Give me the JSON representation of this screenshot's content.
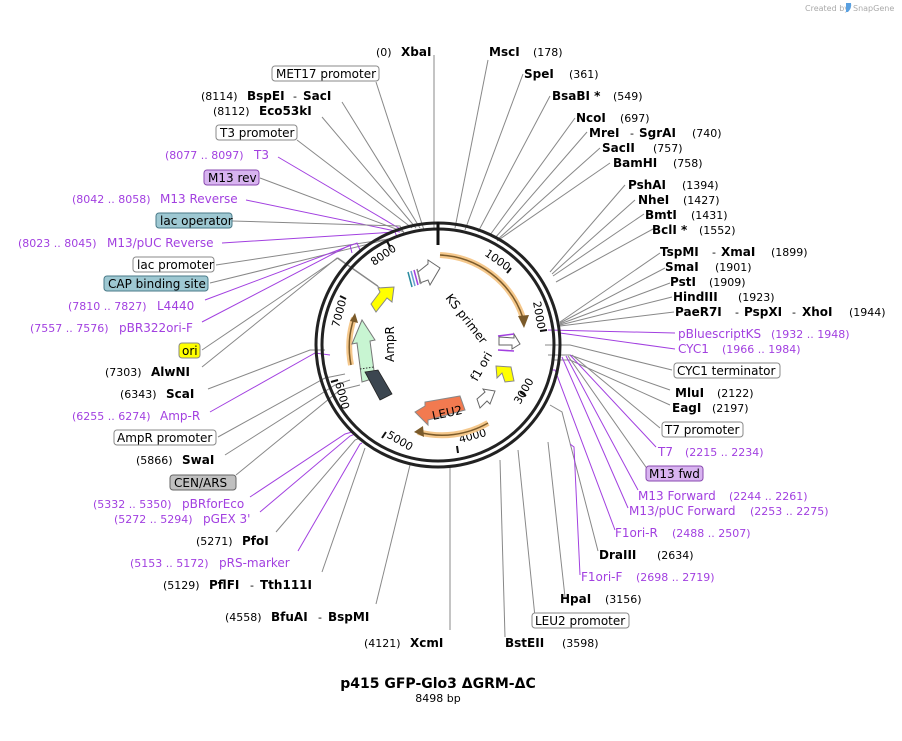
{
  "plasmid": {
    "name": "p415 GFP-Glo3 ΔGRM-ΔC",
    "length_label": "8498 bp",
    "total_bp": 8498
  },
  "branding": {
    "created_by": "Created by",
    "product": "SnapGene"
  },
  "colors": {
    "primer": "#a240e0",
    "enzyme": "#000000",
    "leader_gray": "#8c8c8c",
    "ring": "#222222",
    "orf_arrow": "#f5b46e",
    "ori_fill": "#ffff00",
    "ampr_fill": "#c8f5d2",
    "leu2_fill": "#f27a50",
    "lac_box": "#9ec8d2",
    "m13_box": "#d8b4f0",
    "cen_box": "#c0c0c0"
  },
  "ticks": [
    {
      "label": "1000",
      "bp": 1000
    },
    {
      "label": "2000",
      "bp": 2000
    },
    {
      "label": "3000",
      "bp": 3000
    },
    {
      "label": "4000",
      "bp": 4000
    },
    {
      "label": "5000",
      "bp": 5000
    },
    {
      "label": "6000",
      "bp": 6000
    },
    {
      "label": "7000",
      "bp": 7000
    },
    {
      "label": "8000",
      "bp": 8000
    }
  ],
  "inner_labels": {
    "ks_primer": "KS primer",
    "f1_ori": "f1 ori",
    "ampr": "AmpR",
    "leu2": "LEU2"
  },
  "left_labels": [
    {
      "type": "enzyme",
      "pos": "(0)",
      "name": "XbaI"
    },
    {
      "type": "feature",
      "name": "MET17 promoter",
      "box": "white"
    },
    {
      "type": "enzyme",
      "pos": "(8114)",
      "name": "BspEI",
      "name2": "SacI"
    },
    {
      "type": "enzyme",
      "pos": "(8112)",
      "name": "Eco53kI"
    },
    {
      "type": "feature",
      "name": "T3 promoter",
      "box": "white"
    },
    {
      "type": "primer",
      "pos": "(8077 .. 8097)",
      "name": "T3"
    },
    {
      "type": "feature",
      "name": "M13 rev",
      "box": "purple"
    },
    {
      "type": "primer",
      "pos": "(8042 .. 8058)",
      "name": "M13 Reverse"
    },
    {
      "type": "feature",
      "name": "lac operator",
      "box": "teal"
    },
    {
      "type": "primer",
      "pos": "(8023 .. 8045)",
      "name": "M13/pUC Reverse"
    },
    {
      "type": "feature",
      "name": "lac promoter",
      "box": "white"
    },
    {
      "type": "feature",
      "name": "CAP binding site",
      "box": "teal"
    },
    {
      "type": "primer",
      "pos": "(7810 .. 7827)",
      "name": "L4440"
    },
    {
      "type": "primer",
      "pos": "(7557 .. 7576)",
      "name": "pBR322ori-F"
    },
    {
      "type": "feature",
      "name": "ori",
      "box": "yellow"
    },
    {
      "type": "enzyme",
      "pos": "(7303)",
      "name": "AlwNI"
    },
    {
      "type": "enzyme",
      "pos": "(6343)",
      "name": "ScaI"
    },
    {
      "type": "primer",
      "pos": "(6255 .. 6274)",
      "name": "Amp-R"
    },
    {
      "type": "feature",
      "name": "AmpR promoter",
      "box": "white"
    },
    {
      "type": "enzyme",
      "pos": "(5866)",
      "name": "SwaI"
    },
    {
      "type": "feature",
      "name": "CEN/ARS",
      "box": "gray"
    },
    {
      "type": "primer",
      "pos": "(5332 .. 5350)",
      "name": "pBRforEco"
    },
    {
      "type": "primer",
      "pos": "(5272 .. 5294)",
      "name": "pGEX 3'"
    },
    {
      "type": "enzyme",
      "pos": "(5271)",
      "name": "PfoI"
    },
    {
      "type": "primer",
      "pos": "(5153 .. 5172)",
      "name": "pRS-marker"
    },
    {
      "type": "enzyme",
      "pos": "(5129)",
      "name": "PflFI",
      "name2": "Tth111I"
    },
    {
      "type": "enzyme",
      "pos": "(4558)",
      "name": "BfuAI",
      "name2": "BspMI"
    },
    {
      "type": "enzyme",
      "pos": "(4121)",
      "name": "XcmI"
    }
  ],
  "right_labels": [
    {
      "type": "enzyme",
      "name": "MscI",
      "pos": "(178)"
    },
    {
      "type": "enzyme",
      "name": "SpeI",
      "pos": "(361)"
    },
    {
      "type": "enzyme",
      "name": "BsaBI *",
      "pos": "(549)"
    },
    {
      "type": "enzyme",
      "name": "NcoI",
      "pos": "(697)"
    },
    {
      "type": "enzyme",
      "name": "MreI",
      "name2": "SgrAI",
      "pos": "(740)"
    },
    {
      "type": "enzyme",
      "name": "SacII",
      "pos": "(757)"
    },
    {
      "type": "enzyme",
      "name": "BamHI",
      "pos": "(758)"
    },
    {
      "type": "enzyme",
      "name": "PshAI",
      "pos": "(1394)"
    },
    {
      "type": "enzyme",
      "name": "NheI",
      "pos": "(1427)"
    },
    {
      "type": "enzyme",
      "name": "BmtI",
      "pos": "(1431)"
    },
    {
      "type": "enzyme",
      "name": "BclI *",
      "pos": "(1552)"
    },
    {
      "type": "enzyme",
      "name": "TspMI",
      "name2": "XmaI",
      "pos": "(1899)"
    },
    {
      "type": "enzyme",
      "name": "SmaI",
      "pos": "(1901)"
    },
    {
      "type": "enzyme",
      "name": "PstI",
      "pos": "(1909)"
    },
    {
      "type": "enzyme",
      "name": "HindIII",
      "pos": "(1923)"
    },
    {
      "type": "enzyme",
      "name": "PaeR7I",
      "name2": "PspXI",
      "name3": "XhoI",
      "pos": "(1944)"
    },
    {
      "type": "primer",
      "name": "pBluescriptKS",
      "pos": "(1932 .. 1948)"
    },
    {
      "type": "primer",
      "name": "CYC1",
      "pos": "(1966 .. 1984)"
    },
    {
      "type": "feature",
      "name": "CYC1 terminator",
      "box": "white"
    },
    {
      "type": "enzyme",
      "name": "MluI",
      "pos": "(2122)"
    },
    {
      "type": "enzyme",
      "name": "EagI",
      "pos": "(2197)"
    },
    {
      "type": "feature",
      "name": "T7 promoter",
      "box": "white"
    },
    {
      "type": "primer",
      "name": "T7",
      "pos": "(2215 .. 2234)"
    },
    {
      "type": "feature",
      "name": "M13 fwd",
      "box": "purple"
    },
    {
      "type": "primer",
      "name": "M13 Forward",
      "pos": "(2244 .. 2261)"
    },
    {
      "type": "primer",
      "name": "M13/pUC Forward",
      "pos": "(2253 .. 2275)"
    },
    {
      "type": "primer",
      "name": "F1ori-R",
      "pos": "(2488 .. 2507)"
    },
    {
      "type": "enzyme",
      "name": "DraIII",
      "pos": "(2634)"
    },
    {
      "type": "primer",
      "name": "F1ori-F",
      "pos": "(2698 .. 2719)"
    },
    {
      "type": "enzyme",
      "name": "HpaI",
      "pos": "(3156)"
    },
    {
      "type": "feature",
      "name": "LEU2 promoter",
      "box": "white"
    },
    {
      "type": "enzyme",
      "name": "BstEII",
      "pos": "(3598)"
    }
  ]
}
